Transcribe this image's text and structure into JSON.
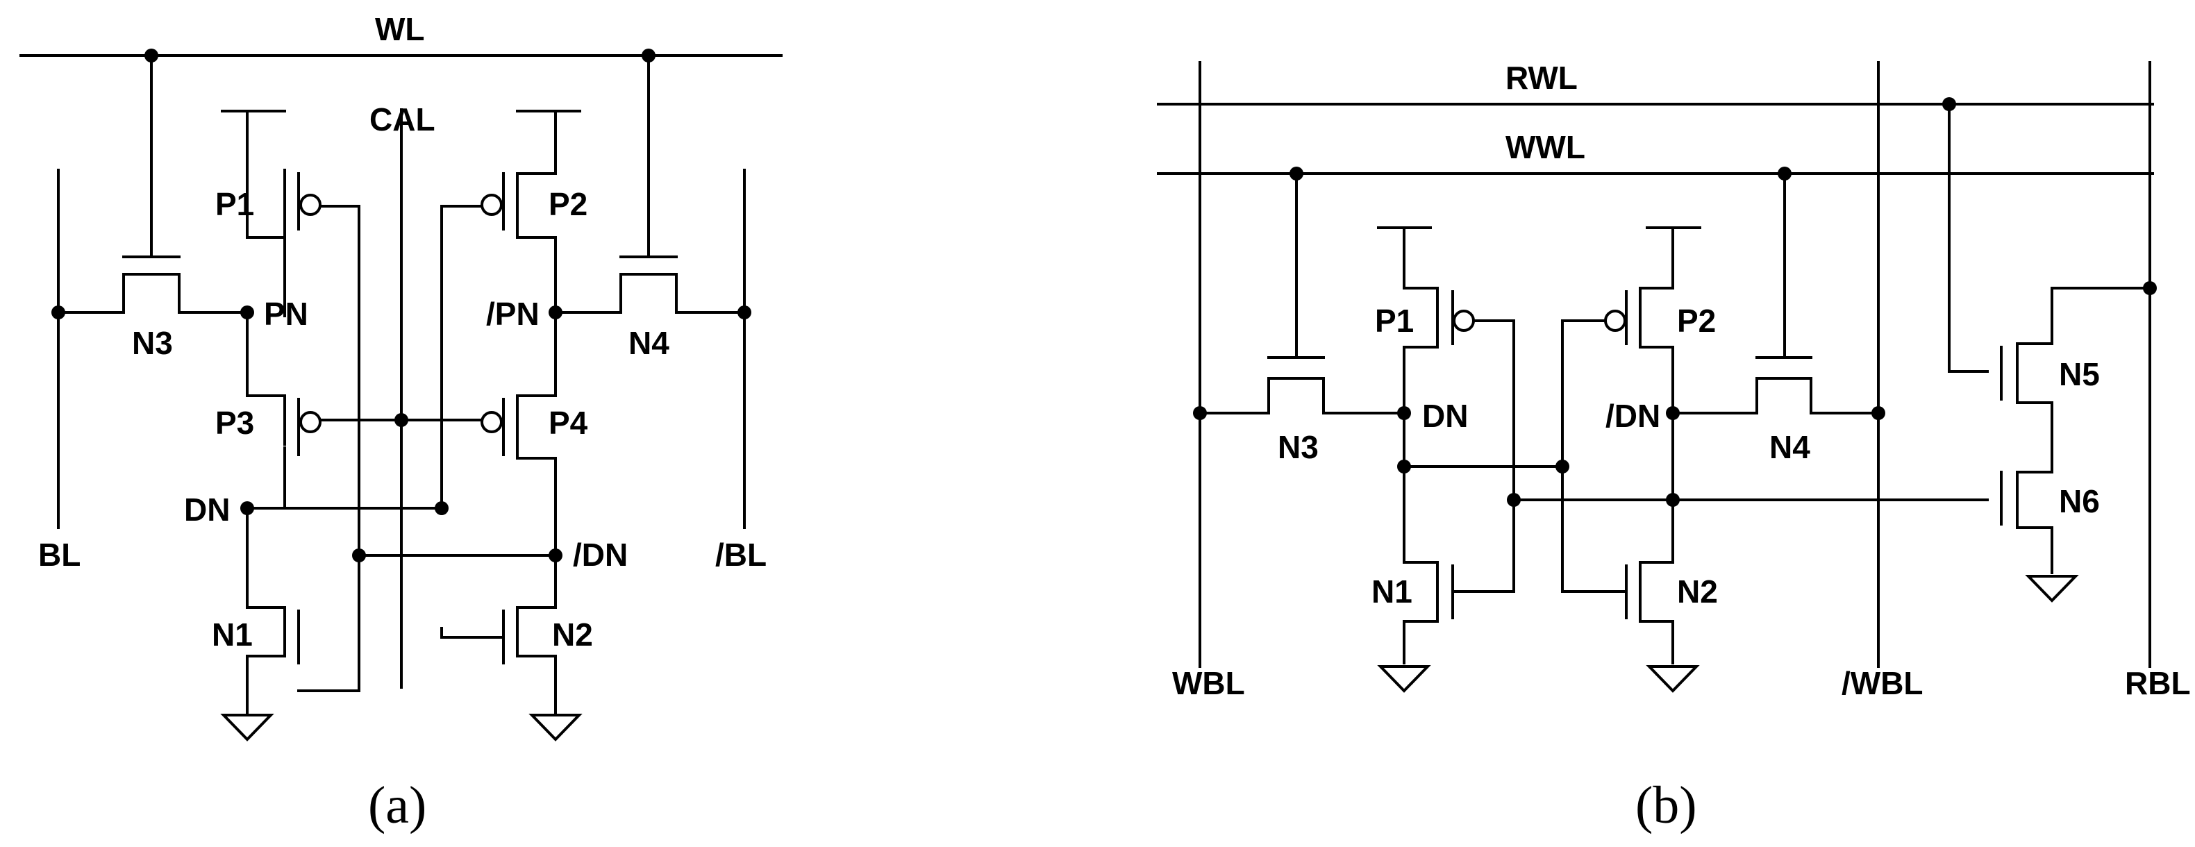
{
  "colors": {
    "line": "#000000",
    "background": "#ffffff"
  },
  "figure_a": {
    "caption": "(a)",
    "labels": {
      "wl": "WL",
      "cal": "CAL",
      "bl": "BL",
      "blb": "/BL",
      "p1": "P1",
      "p2": "P2",
      "p3": "P3",
      "p4": "P4",
      "n1": "N1",
      "n2": "N2",
      "n3": "N3",
      "n4": "N4",
      "pn": "PN",
      "pnb": "/PN",
      "dn": "DN",
      "dnb": "/DN"
    }
  },
  "figure_b": {
    "caption": "(b)",
    "labels": {
      "rwl": "RWL",
      "wwl": "WWL",
      "wbl": "WBL",
      "wblb": "/WBL",
      "rbl": "RBL",
      "p1": "P1",
      "p2": "P2",
      "n1": "N1",
      "n2": "N2",
      "n3": "N3",
      "n4": "N4",
      "n5": "N5",
      "n6": "N6",
      "dn": "DN",
      "dnb": "/DN"
    }
  }
}
